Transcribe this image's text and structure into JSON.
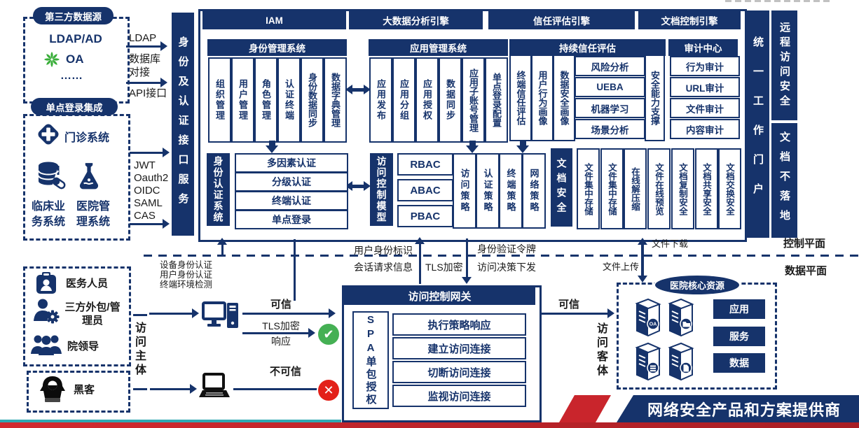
{
  "left": {
    "third_party": {
      "title": "第三方数据源",
      "ldap_ad": "LDAP/AD",
      "oa": "OA",
      "dots": "……"
    },
    "link_ldap": "LDAP",
    "link_db": "数据库对接",
    "link_api": "API接口",
    "sso": {
      "title": "单点登录集成",
      "clinic": "门诊系统",
      "clinical": "临床业务系统",
      "hospital": "医院管理系统"
    },
    "protocols": [
      "JWT",
      "Oauth2",
      "OIDC",
      "SAML",
      "CAS"
    ]
  },
  "bars": {
    "identity_api": "身份及认证接口服务",
    "portal": "统一工作门户",
    "remote": "远程访问安全",
    "no_landing": "文档不落地"
  },
  "engines": {
    "iam": "IAM",
    "bigdata": "大数据分析引擎",
    "trust": "信任评估引擎",
    "doc": "文档控制引擎"
  },
  "identity_mgmt": {
    "title": "身份管理系统",
    "cols": [
      "组织管理",
      "用户管理",
      "角色管理",
      "认证终端",
      "身份数据同步",
      "数据字典管理"
    ]
  },
  "app_mgmt": {
    "title": "应用管理系统",
    "cols": [
      "应用发布",
      "应用分组",
      "应用授权",
      "数据同步",
      "应用子账号管理",
      "单点登录配置"
    ]
  },
  "trust_eval": {
    "title": "持续信任评估",
    "cols": [
      "终端信任评估",
      "用户行为画像",
      "数据安全画像"
    ],
    "rows": [
      "风险分析",
      "UEBA",
      "机器学习",
      "场景分析"
    ],
    "support": "安全能力支撑"
  },
  "audit": {
    "title": "审计中心",
    "rows": [
      "行为审计",
      "URL审计",
      "文件审计",
      "内容审计"
    ]
  },
  "auth_sys": {
    "title": "身份认证系统",
    "rows": [
      "多因素认证",
      "分级认证",
      "终端认证",
      "单点登录"
    ]
  },
  "access_model": {
    "title": "访问控制模型",
    "rows": [
      "RBAC",
      "ABAC",
      "PBAC"
    ]
  },
  "policies": [
    "访问策略",
    "认证策略",
    "终端策略",
    "网络策略"
  ],
  "doc_sec": {
    "title": "文档安全",
    "cols": [
      "文件集中存储",
      "文件集中存储",
      "在线解压缩",
      "文件在线预览",
      "文档复制安全",
      "文档共享安全",
      "文档交换安全"
    ]
  },
  "planes": {
    "control": "控制平面",
    "data": "数据平面"
  },
  "flows": {
    "device": "设备身份认证",
    "user": "用户身份认证",
    "env": "终端环境检测",
    "user_id": "用户身份标识",
    "session": "会话请求信息",
    "tls": "TLS加密",
    "token": "身份验证令牌",
    "decision": "访问决策下发",
    "download": "文件下载",
    "upload": "文件上传"
  },
  "subjects": {
    "label": "访问主体",
    "doctor": "医务人员",
    "outsourcing": "三方外包/管理员",
    "leader": "院领导",
    "hacker": "黑客"
  },
  "terminal": {
    "trusted": "可信",
    "tls1": "TLS加密",
    "tls2": "响应",
    "untrusted": "不可信"
  },
  "gateway": {
    "title": "访问控制网关",
    "spa": "SPA单包授权",
    "rows": [
      "执行策略响应",
      "建立访问连接",
      "切断访问连接",
      "监视访问连接"
    ]
  },
  "objects": {
    "trusted": "可信",
    "label": "访问客体"
  },
  "resources": {
    "title": "医院核心资源",
    "oa_badge": "OA",
    "buttons": [
      "应用",
      "服务",
      "数据"
    ]
  },
  "banner": "网络安全产品和方案提供商"
}
